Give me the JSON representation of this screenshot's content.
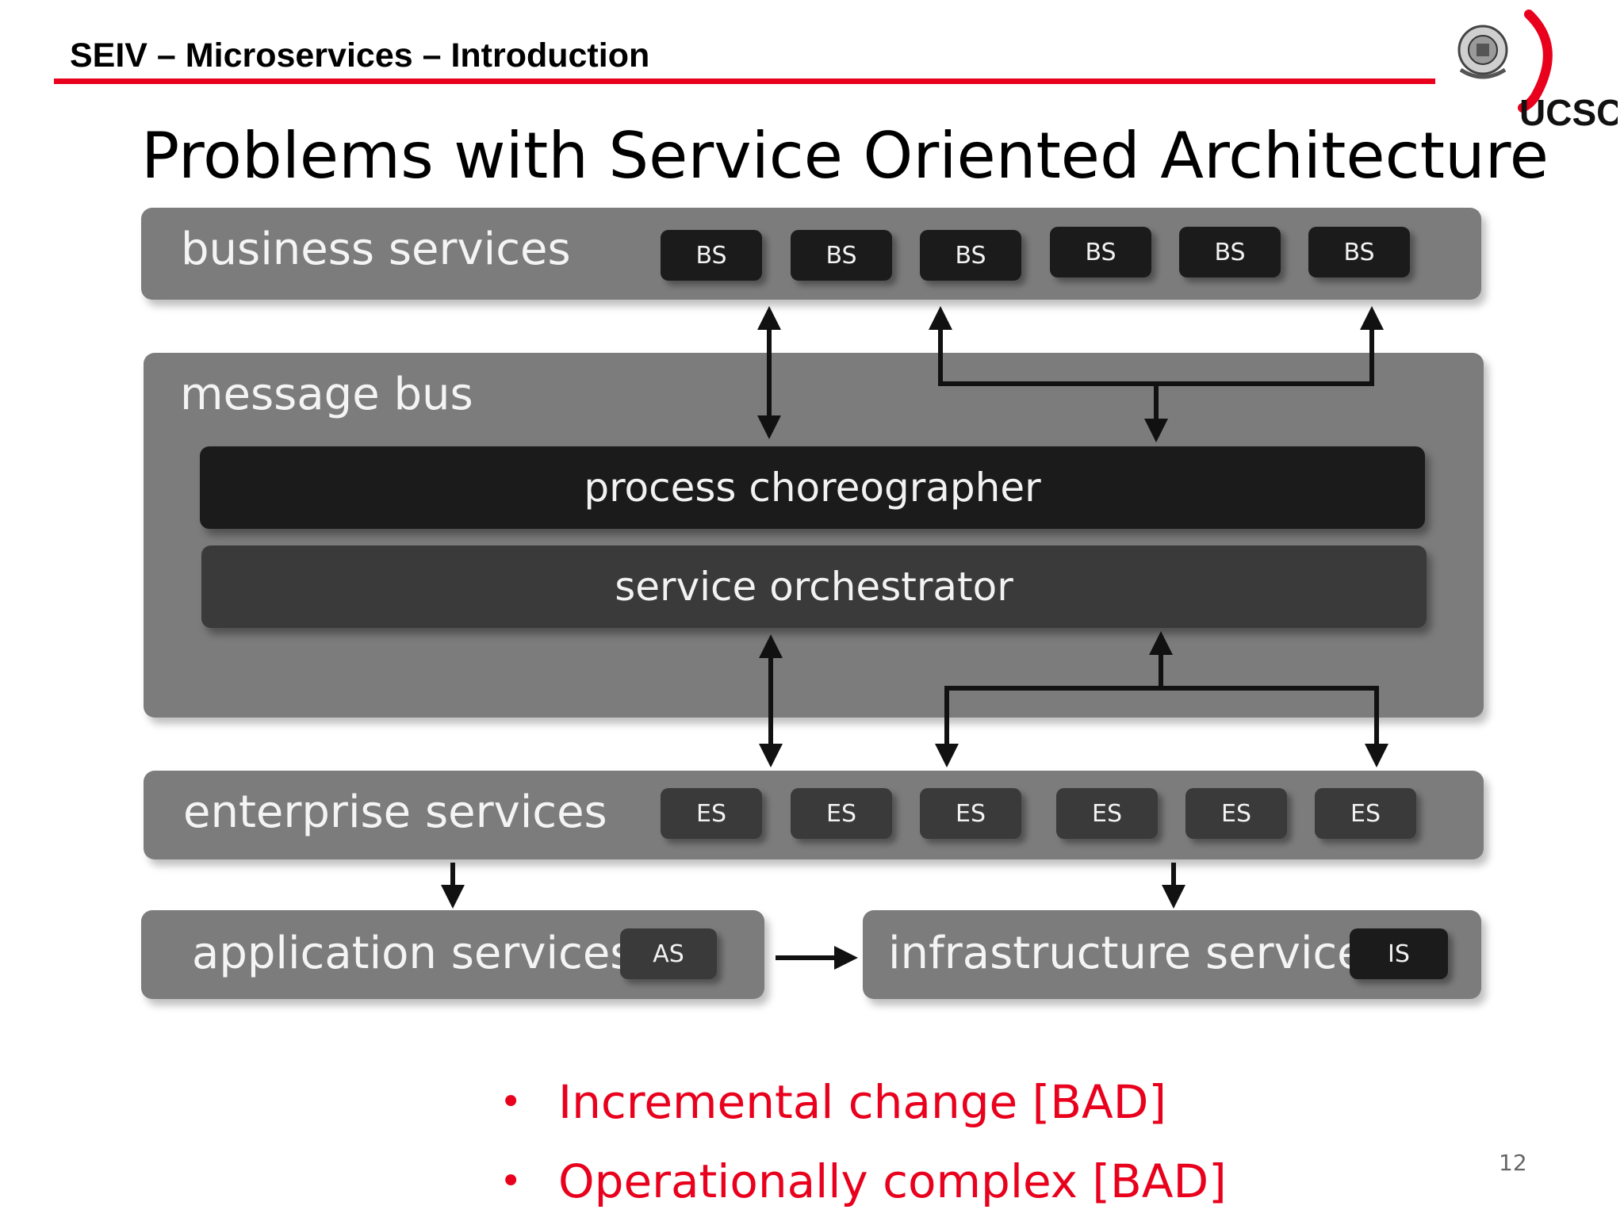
{
  "header": {
    "title": "SEIV – Microservices – Introduction"
  },
  "logo": {
    "text": "UCSC"
  },
  "slide": {
    "title": "Problems with Service Oriented Architecture",
    "page_number": "12"
  },
  "diagram": {
    "business_services": {
      "label": "business services",
      "items": [
        "BS",
        "BS",
        "BS",
        "BS",
        "BS",
        "BS"
      ]
    },
    "message_bus": {
      "label": "message bus",
      "process_choreographer": "process choreographer",
      "service_orchestrator": "service orchestrator"
    },
    "enterprise_services": {
      "label": "enterprise services",
      "items": [
        "ES",
        "ES",
        "ES",
        "ES",
        "ES",
        "ES"
      ]
    },
    "application_services": {
      "label": "application services",
      "item": "AS"
    },
    "infrastructure_services": {
      "label": "infrastructure services",
      "item": "IS"
    }
  },
  "bullets": [
    "Incremental change [BAD]",
    "Operationally complex [BAD]"
  ],
  "colors": {
    "accent_red": "#e8001c",
    "band_gray": "#7c7c7c",
    "dark": "#1b1b1b"
  }
}
